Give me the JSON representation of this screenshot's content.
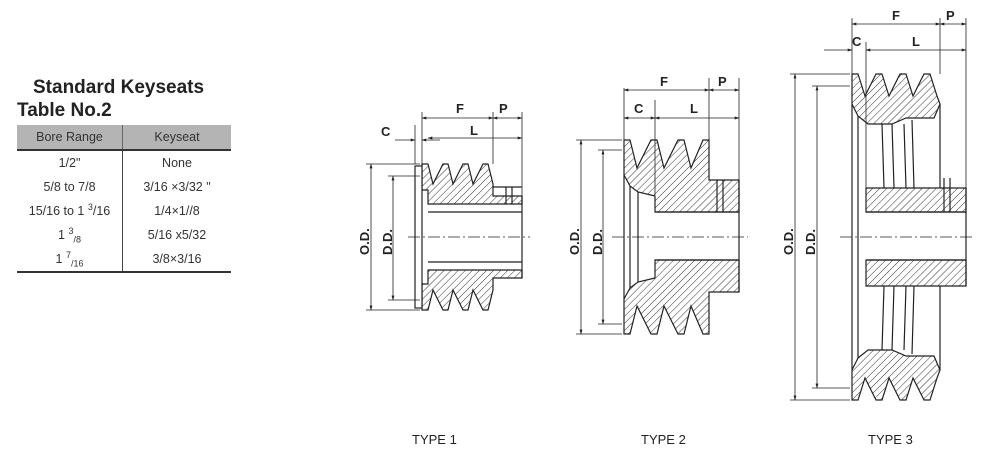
{
  "table": {
    "title_line1": "Standard Keyseats",
    "title_line2": "Table No.2",
    "headers": [
      "Bore Range",
      "Keyseat"
    ],
    "rows": [
      {
        "bore": "1/2\"",
        "keyseat": "None"
      },
      {
        "bore": "5/8 to 7/8",
        "keyseat": "3/16 ×3/32 \""
      },
      {
        "bore_main": "15/16 to 1 ",
        "bore_sup": "3",
        "bore_tail": "/16",
        "keyseat": "1/4×1//8"
      },
      {
        "bore_main": "1 ",
        "bore_sup": "3",
        "bore_sub": "/8",
        "keyseat": "5/16 x5/32"
      },
      {
        "bore_main": "1 ",
        "bore_sup": "7",
        "bore_sub": "/16",
        "keyseat": "3/8×3/16"
      }
    ]
  },
  "dims": {
    "c": "C",
    "f": "F",
    "l": "L",
    "p": "P",
    "od": "O.D.",
    "dd": "D.D."
  },
  "types": [
    "TYPE 1",
    "TYPE 2",
    "TYPE 3"
  ]
}
